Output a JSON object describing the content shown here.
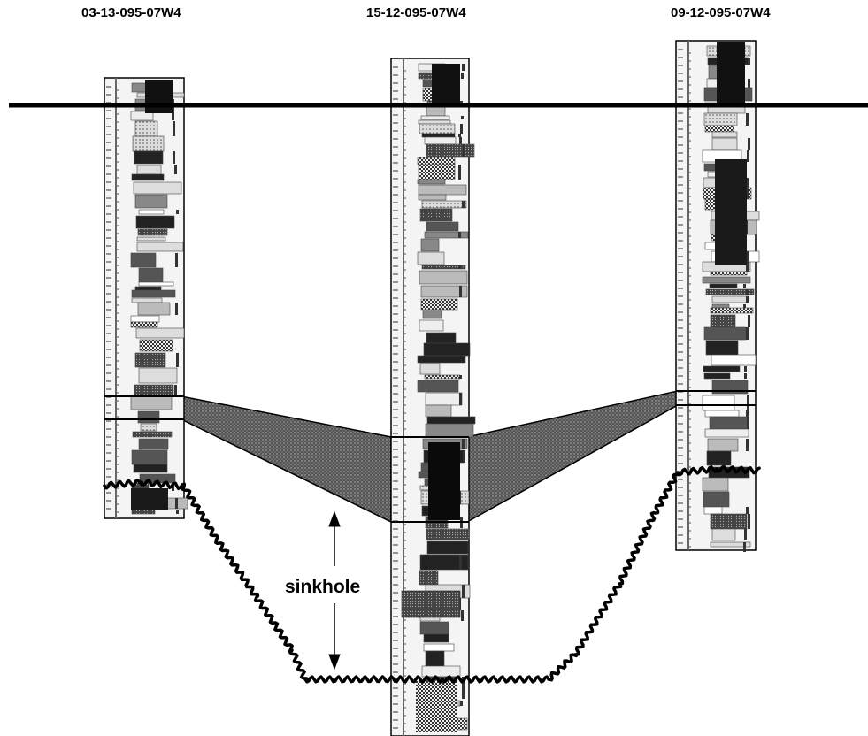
{
  "wells": [
    {
      "id": "03-13-095-07W4"
    },
    {
      "id": "15-12-095-07W4"
    },
    {
      "id": "09-12-095-07W4"
    }
  ],
  "annotation": {
    "sinkhole": "sinkhole"
  },
  "colors": {
    "ink": "#000000",
    "paper": "#ffffff",
    "log_fill": "#f3f3f3",
    "shading": "#333333"
  }
}
